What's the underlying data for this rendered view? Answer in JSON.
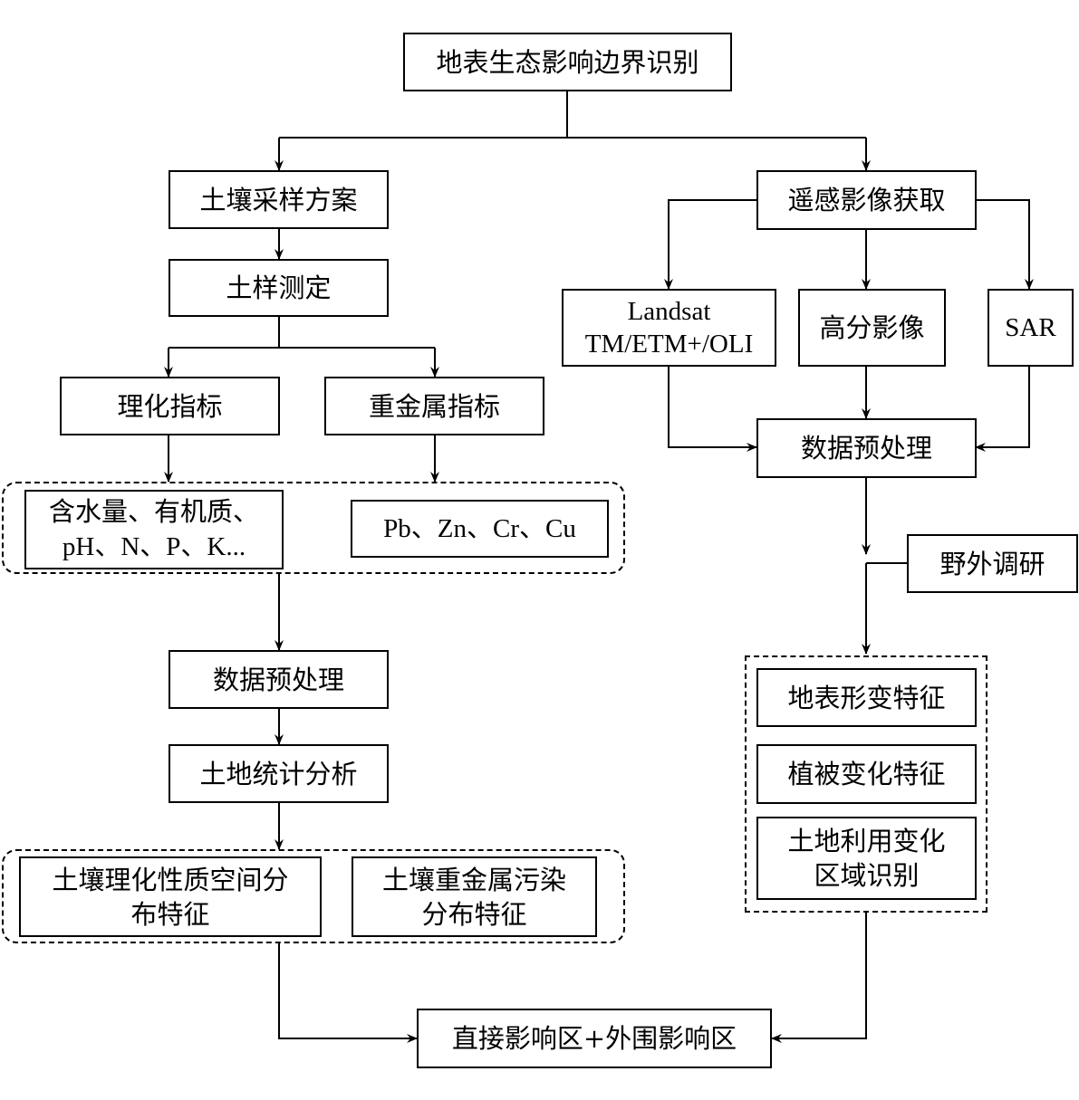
{
  "nodes": {
    "root": "地表生态影响边界识别",
    "soil_plan": "土壤采样方案",
    "soil_measure": "土样测定",
    "phys_index": "理化指标",
    "metal_index": "重金属指标",
    "phys_items": [
      "含水量、有机质、",
      "pH、N、P、K..."
    ],
    "metal_items": "Pb、Zn、Cr、Cu",
    "soil_preprocess": "数据预处理",
    "land_stats": "土地统计分析",
    "soil_phys_dist": [
      "土壤理化性质空间分",
      "布特征"
    ],
    "soil_metal_dist": [
      "土壤重金属污染",
      "分布特征"
    ],
    "rs_acquire": "遥感影像获取",
    "landsat": [
      "Landsat",
      "TM/ETM+/OLI"
    ],
    "highres": "高分影像",
    "sar": "SAR",
    "rs_preprocess": "数据预处理",
    "field_survey": "野外调研",
    "surface_deform": "地表形变特征",
    "veg_change": "植被变化特征",
    "landuse_change": [
      "土地利用变化",
      "区域识别"
    ],
    "final": "直接影响区+外围影响区"
  }
}
